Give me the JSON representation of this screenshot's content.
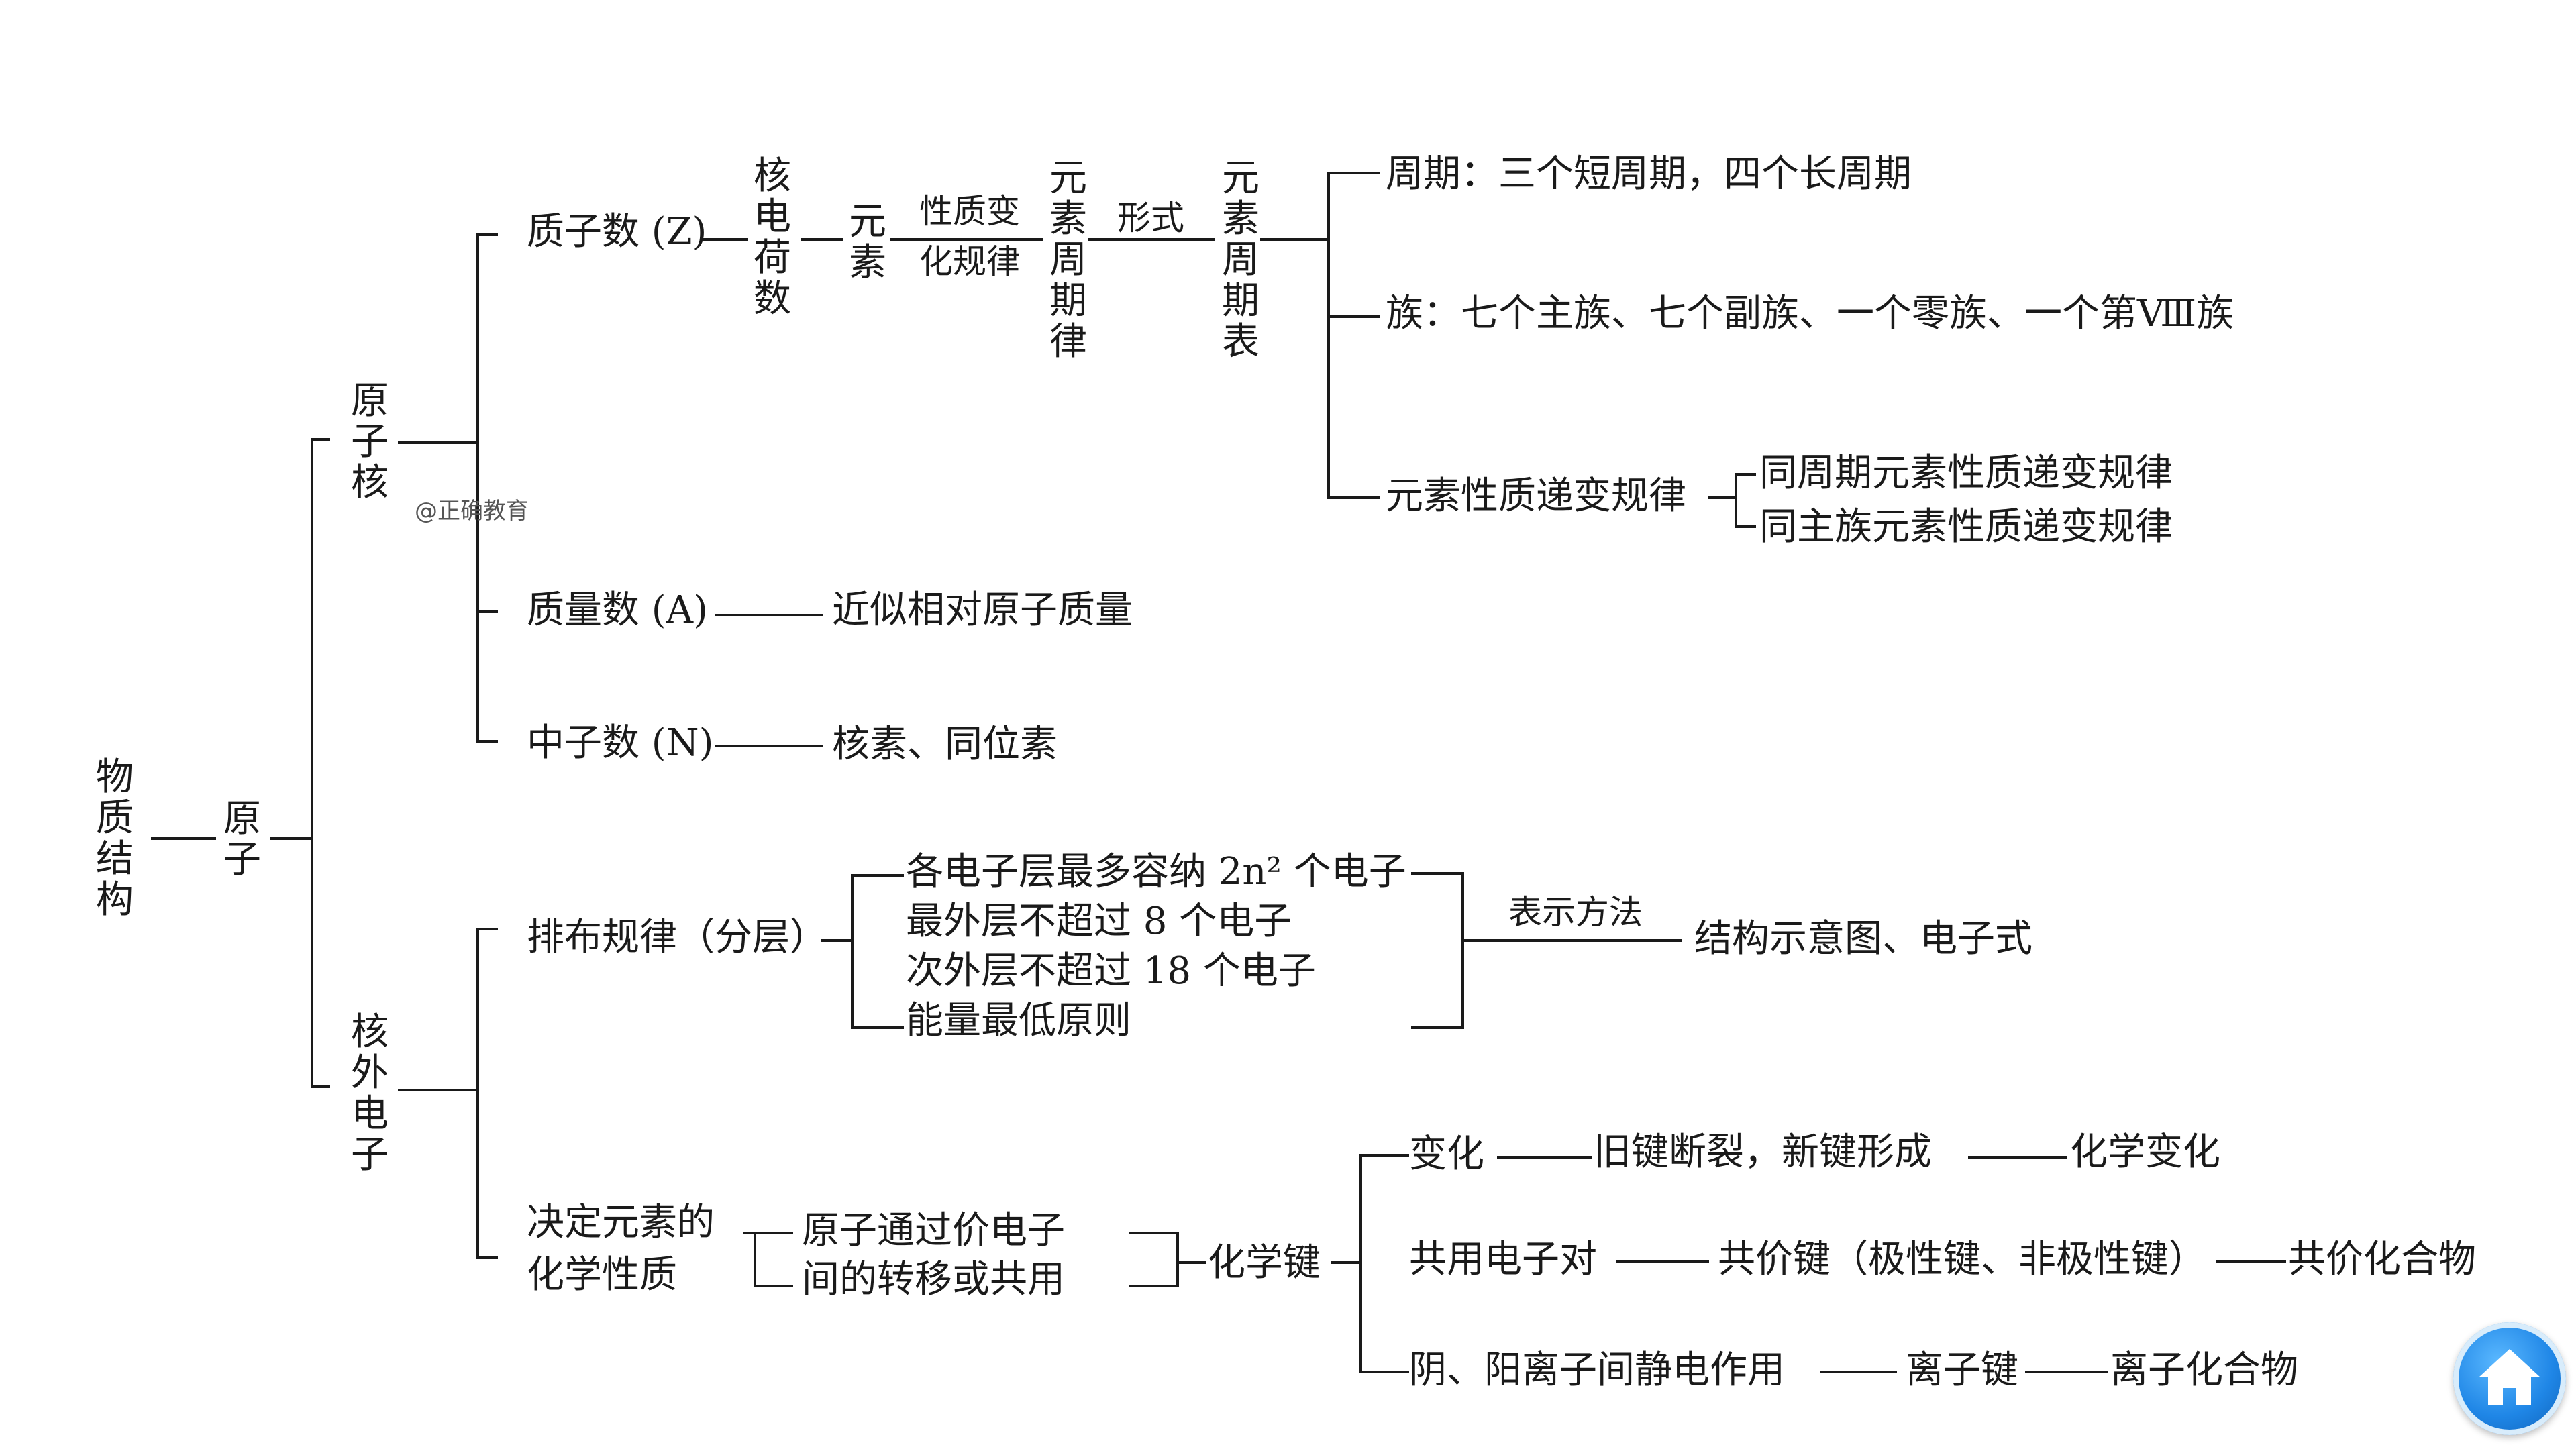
{
  "diagram": {
    "root": "物质结构",
    "atom": "原子",
    "nucleus": "原子核",
    "electrons": "核外电子",
    "proton_number": "质子数 (Z)",
    "nuclear_charge": "核电荷数",
    "element": "元素",
    "property_change_top": "性质变",
    "property_change_bottom": "化规律",
    "periodic_law": "元素周期律",
    "form": "形式",
    "periodic_table": "元素周期表",
    "period": "周期：三个短周期，四个长周期",
    "group": "族：七个主族、七个副族、一个零族、一个第Ⅷ族",
    "property_trend": "元素性质递变规律",
    "same_period": "同周期元素性质递变规律",
    "same_group": "同主族元素性质递变规律",
    "mass_number": "质量数 (A)",
    "approx_mass": "近似相对原子质量",
    "neutron_number": "中子数 (N)",
    "nuclide": "核素、同位素",
    "arrangement": "排布规律（分层）",
    "rule1": "各电子层最多容纳 2n² 个电子",
    "rule2": "最外层不超过 8 个电子",
    "rule3": "次外层不超过 18 个电子",
    "rule4": "能量最低原则",
    "representation": "表示方法",
    "diagram_formula": "结构示意图、电子式",
    "determine_top": "决定元素的",
    "determine_bottom": "化学性质",
    "transfer_top": "原子通过价电子",
    "transfer_bottom": "间的转移或共用",
    "chemical_bond": "化学键",
    "change": "变化",
    "bond_break": "旧键断裂，新键形成",
    "chemical_change": "化学变化",
    "shared_pair": "共用电子对",
    "covalent_bond": "共价键（极性键、非极性键）",
    "covalent_compound": "共价化合物",
    "ionic_interaction": "阴、阳离子间静电作用",
    "ionic_bond": "离子键",
    "ionic_compound": "离子化合物"
  },
  "watermark": "@正确教育",
  "home_button": {
    "icon": "home-icon",
    "color": "#1f86e6"
  }
}
